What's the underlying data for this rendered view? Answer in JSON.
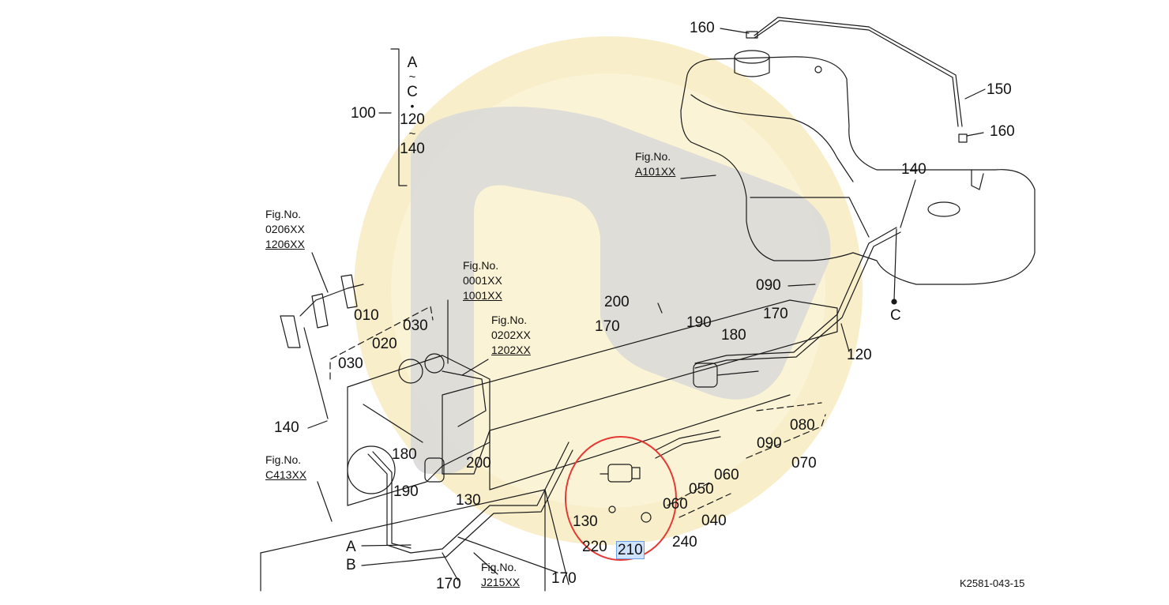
{
  "diagram": {
    "colors": {
      "line": "#1a1a1a",
      "watermark": "#f5e6b0",
      "watermark_mark": "#d9d9d9",
      "highlight_ring": "#e53935",
      "highlight_fill": "#cfe3ff"
    },
    "part_labels": [
      {
        "id": "p160a",
        "text": "160"
      },
      {
        "id": "p150",
        "text": "150"
      },
      {
        "id": "p160b",
        "text": "160"
      },
      {
        "id": "p140a",
        "text": "140"
      },
      {
        "id": "p090a",
        "text": "090"
      },
      {
        "id": "pC",
        "text": "C"
      },
      {
        "id": "p120",
        "text": "120"
      },
      {
        "id": "p170a",
        "text": "170"
      },
      {
        "id": "p200a",
        "text": "200"
      },
      {
        "id": "p170b",
        "text": "170"
      },
      {
        "id": "p190a",
        "text": "190"
      },
      {
        "id": "p180a",
        "text": "180"
      },
      {
        "id": "p080",
        "text": "080"
      },
      {
        "id": "p090b",
        "text": "090"
      },
      {
        "id": "p070",
        "text": "070"
      },
      {
        "id": "p060a",
        "text": "060"
      },
      {
        "id": "p050",
        "text": "050"
      },
      {
        "id": "p060b",
        "text": "060"
      },
      {
        "id": "p040",
        "text": "040"
      },
      {
        "id": "p240",
        "text": "240"
      },
      {
        "id": "p130a",
        "text": "130"
      },
      {
        "id": "p220",
        "text": "220"
      },
      {
        "id": "p210",
        "text": "210"
      },
      {
        "id": "p010",
        "text": "010"
      },
      {
        "id": "p030a",
        "text": "030"
      },
      {
        "id": "p020",
        "text": "020"
      },
      {
        "id": "p030b",
        "text": "030"
      },
      {
        "id": "p140b",
        "text": "140"
      },
      {
        "id": "p180b",
        "text": "180"
      },
      {
        "id": "p200b",
        "text": "200"
      },
      {
        "id": "p190b",
        "text": "190"
      },
      {
        "id": "p130b",
        "text": "130"
      },
      {
        "id": "pA",
        "text": "A"
      },
      {
        "id": "pB",
        "text": "B"
      },
      {
        "id": "p170c",
        "text": "170"
      },
      {
        "id": "p170d",
        "text": "170"
      },
      {
        "id": "p100",
        "text": "100"
      }
    ],
    "group_range": [
      "A",
      "~",
      "C",
      "•",
      "120",
      "~",
      "140"
    ],
    "figure_refs": [
      {
        "id": "fA101",
        "lines": [
          "Fig.No.",
          "A101XX"
        ]
      },
      {
        "id": "f0206",
        "lines": [
          "Fig.No.",
          "0206XX",
          "1206XX"
        ]
      },
      {
        "id": "f0001",
        "lines": [
          "Fig.No.",
          "0001XX",
          "1001XX"
        ]
      },
      {
        "id": "f0202",
        "lines": [
          "Fig.No.",
          "0202XX",
          "1202XX"
        ]
      },
      {
        "id": "fC413",
        "lines": [
          "Fig.No.",
          "C413XX"
        ]
      },
      {
        "id": "fJ215",
        "lines": [
          "Fig.No.",
          "J215XX"
        ]
      }
    ],
    "highlighted_part": "210",
    "drawing_code": "K2581-043-15"
  }
}
